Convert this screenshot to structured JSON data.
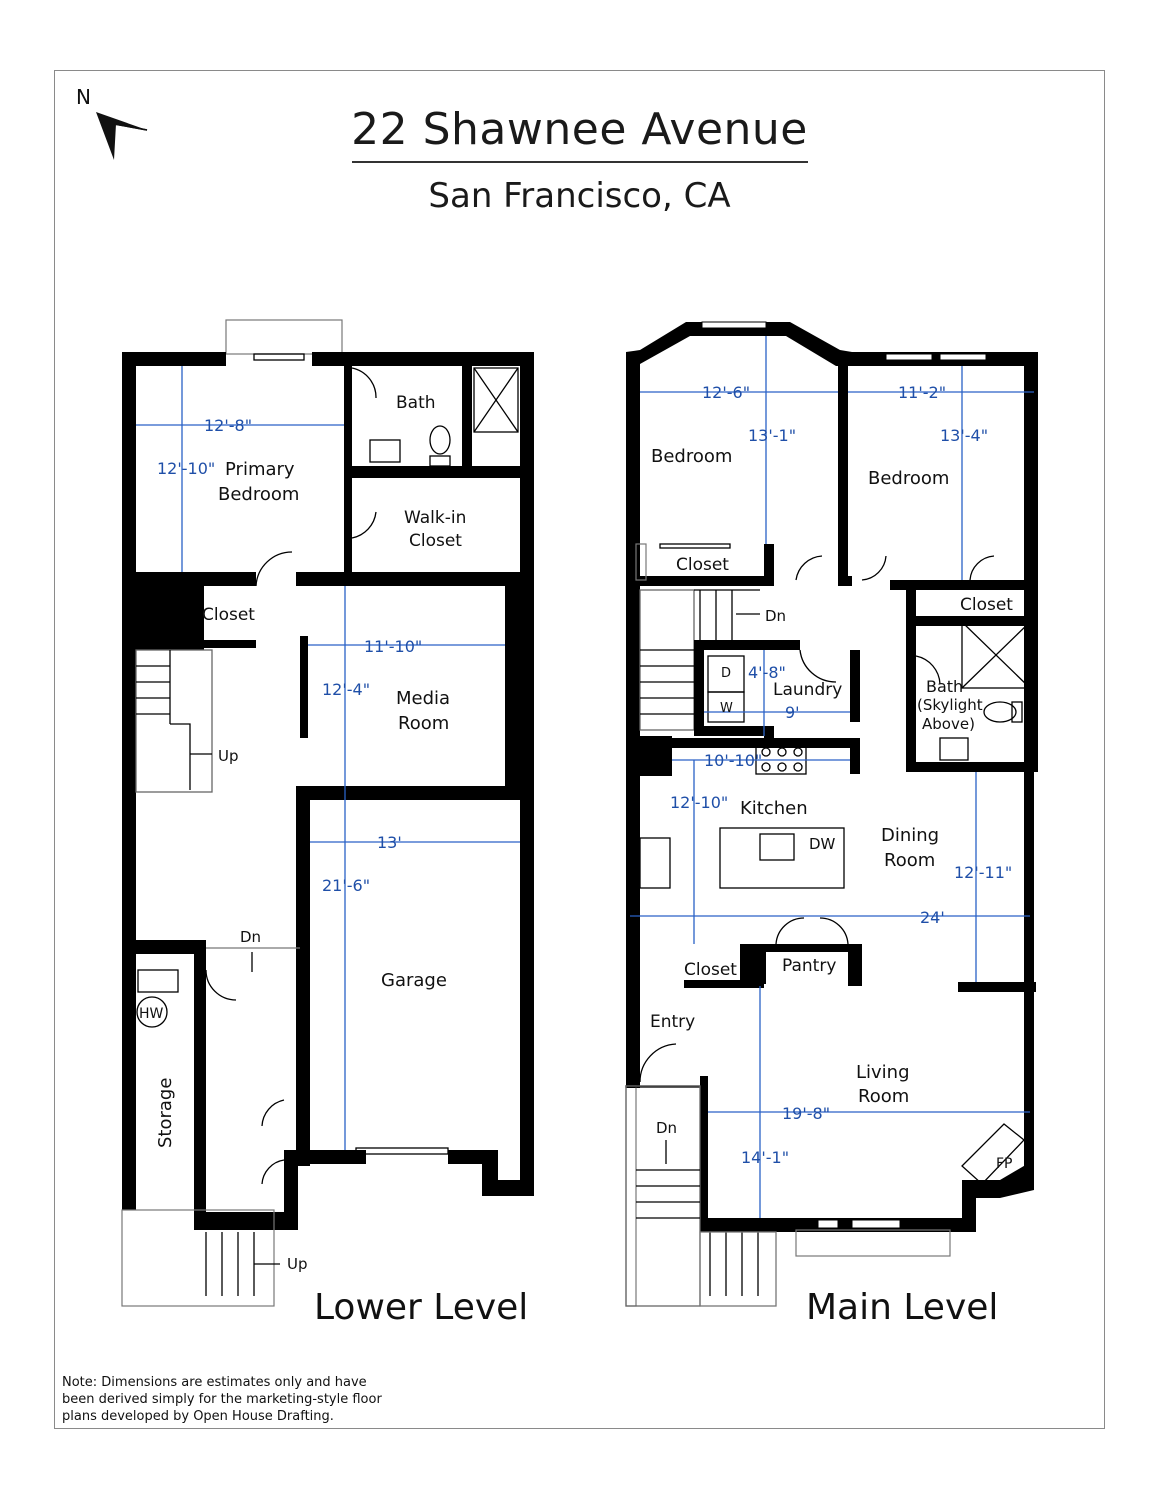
{
  "title": "22 Shawnee Avenue",
  "subtitle": "San Francisco, CA",
  "compass": {
    "label": "N"
  },
  "note": "Note: Dimensions are estimates only and have been derived simply for the marketing-style floor plans developed by Open House Drafting.",
  "levels": {
    "lower": {
      "label": "Lower Level",
      "rooms": {
        "primary_bedroom_1": "Primary",
        "primary_bedroom_2": "Bedroom",
        "bath": "Bath",
        "walkin_1": "Walk-in",
        "walkin_2": "Closet",
        "closet": "Closet",
        "media_1": "Media",
        "media_2": "Room",
        "garage": "Garage",
        "storage": "Storage",
        "hw": "HW",
        "up1": "Up",
        "dn1": "Dn",
        "up2": "Up"
      },
      "dims": {
        "primary_w": "12'-8\"",
        "primary_h": "12'-10\"",
        "media_w": "11'-10\"",
        "media_h": "12'-4\"",
        "garage_w": "13'",
        "garage_h": "21'-6\""
      }
    },
    "main": {
      "label": "Main Level",
      "rooms": {
        "bedroom_left": "Bedroom",
        "bedroom_right": "Bedroom",
        "closet_left": "Closet",
        "closet_right": "Closet",
        "dn_top": "Dn",
        "laundry": "Laundry",
        "dryer": "D",
        "washer": "W",
        "bath_1": "Bath",
        "bath_2": "(Skylight",
        "bath_3": "Above)",
        "kitchen": "Kitchen",
        "dw": "DW",
        "dining_1": "Dining",
        "dining_2": "Room",
        "closet_entry": "Closet",
        "pantry": "Pantry",
        "entry": "Entry",
        "living_1": "Living",
        "living_2": "Room",
        "fp": "FP",
        "dn_bottom": "Dn"
      },
      "dims": {
        "bed_left_w": "12'-6\"",
        "bed_left_h": "13'-1\"",
        "bed_right_w": "11'-2\"",
        "bed_right_h": "13'-4\"",
        "laundry_w": "4'-8\"",
        "laundry_h": "9'",
        "kitchen_w": "10'-10\"",
        "kitchen_h": "12'-10\"",
        "dining_h": "12'-11\"",
        "total_w": "24'",
        "living_w": "19'-8\"",
        "living_h": "14'-1\""
      }
    }
  }
}
